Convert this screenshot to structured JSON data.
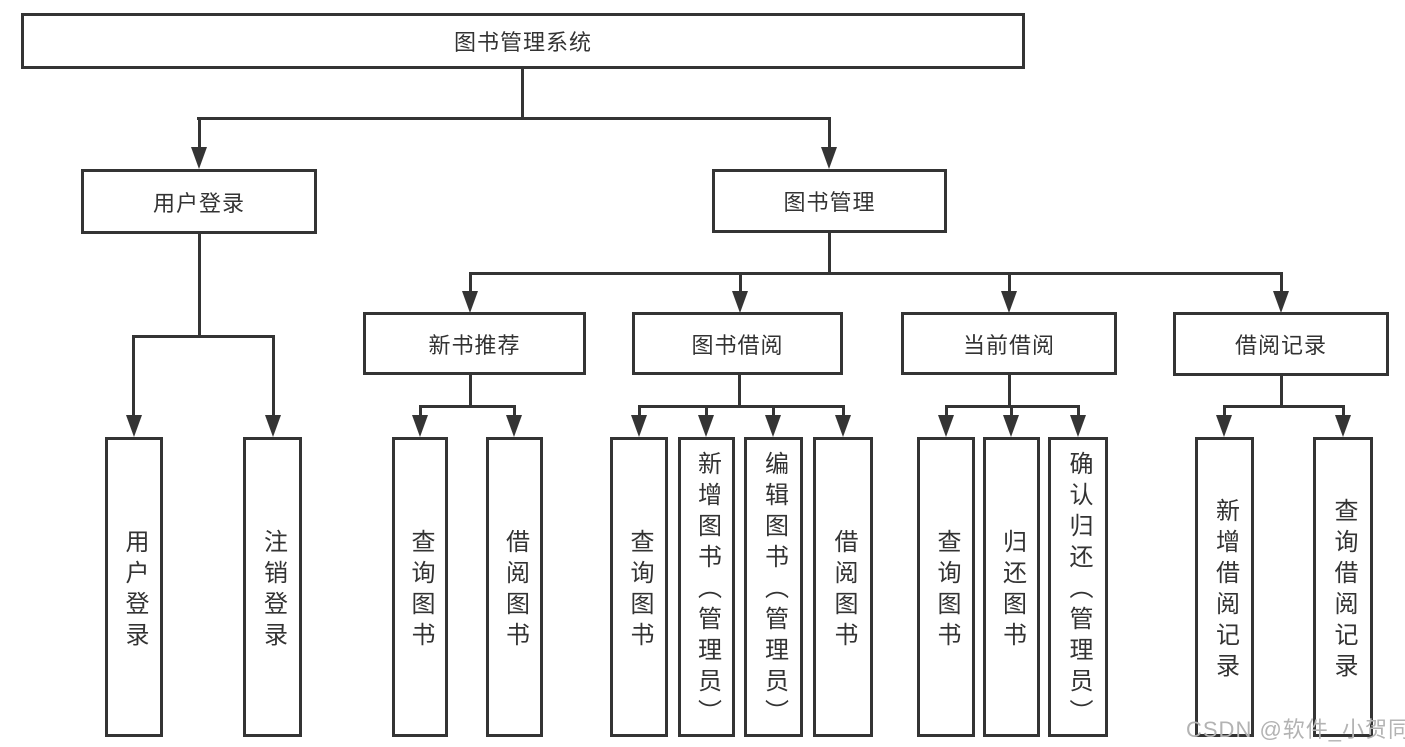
{
  "diagram_title": "图书管理系统",
  "tree": {
    "root": {
      "label": "图书管理系统"
    },
    "level2": [
      {
        "label": "用户登录"
      },
      {
        "label": "图书管理"
      }
    ],
    "level3": [
      {
        "label": "新书推荐",
        "parent": "图书管理"
      },
      {
        "label": "图书借阅",
        "parent": "图书管理"
      },
      {
        "label": "当前借阅",
        "parent": "图书管理"
      },
      {
        "label": "借阅记录",
        "parent": "图书管理"
      }
    ],
    "leaves": [
      {
        "label": "用户登录",
        "parent": "用户登录"
      },
      {
        "label": "注销登录",
        "parent": "用户登录"
      },
      {
        "label": "查询图书",
        "parent": "新书推荐"
      },
      {
        "label": "借阅图书",
        "parent": "新书推荐"
      },
      {
        "label": "查询图书",
        "parent": "图书借阅"
      },
      {
        "label": "新增图书（管理员）",
        "parent": "图书借阅"
      },
      {
        "label": "编辑图书（管理员）",
        "parent": "图书借阅"
      },
      {
        "label": "借阅图书",
        "parent": "图书借阅"
      },
      {
        "label": "查询图书",
        "parent": "当前借阅"
      },
      {
        "label": "归还图书",
        "parent": "当前借阅"
      },
      {
        "label": "确认归还（管理员）",
        "parent": "当前借阅"
      },
      {
        "label": "新增借阅记录",
        "parent": "借阅记录"
      },
      {
        "label": "查询借阅记录",
        "parent": "借阅记录"
      }
    ]
  },
  "watermark": "CSDN @软件_小贺同学",
  "colors": {
    "line": "#343434",
    "text": "#333333",
    "background": "#ffffff",
    "watermark": "#b3b3b3"
  }
}
